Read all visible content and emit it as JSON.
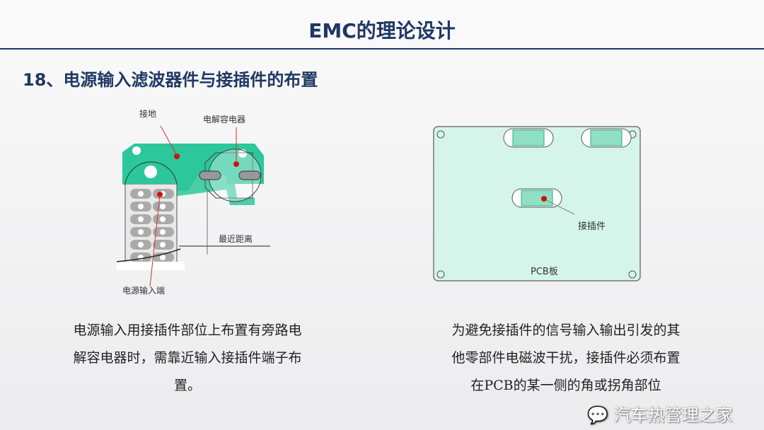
{
  "header": {
    "title": "EMC的理论设计"
  },
  "section": {
    "title": "18、电源输入滤波器件与接插件的布置"
  },
  "left_figure": {
    "labels": {
      "ground": "接地",
      "capacitor": "电解容电器",
      "distance": "最近距离",
      "power_input": "电源输入端"
    }
  },
  "right_figure": {
    "labels": {
      "connector": "接插件",
      "board": "PCB板"
    }
  },
  "left_text": [
    "电源输入用接插件部位上布置有旁路电",
    "解容电器时，需靠近输入接插件端子布",
    "置。"
  ],
  "right_text": [
    "为避免接插件的信号输入输出引发的其",
    "他零部件电磁波干扰，接插件必须布置",
    "在PCB的某一侧的角或拐角部位"
  ],
  "watermark": "汽车热管理之家",
  "colors": {
    "title": "#1f3864",
    "pcb_green": "#2cc79a",
    "board_fill": "#d6f5ea",
    "marker": "#d01010"
  }
}
